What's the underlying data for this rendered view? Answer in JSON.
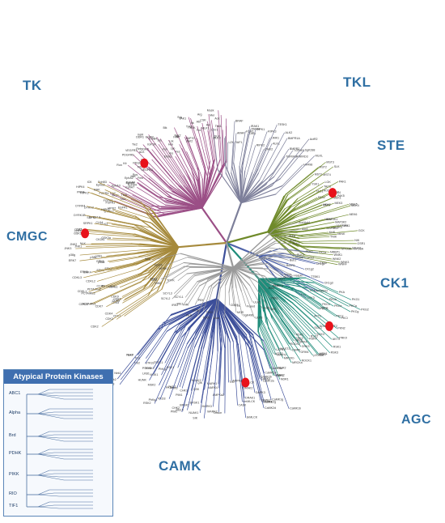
{
  "title": "",
  "groups": [
    {
      "key": "TK",
      "label": "TK",
      "color": "#9b4f86"
    },
    {
      "key": "TKL",
      "label": "TKL",
      "color": "#7d7f9a"
    },
    {
      "key": "STE",
      "label": "STE",
      "color": "#6f8a2a"
    },
    {
      "key": "CK1",
      "label": "CK1",
      "color": "#4f63a8"
    },
    {
      "key": "AGC",
      "label": "AGC",
      "color": "#1f8c7a"
    },
    {
      "key": "CAMK",
      "label": "CAMK",
      "color": "#3d4f9a"
    },
    {
      "key": "CMGC",
      "label": "CMGC",
      "color": "#a68a3c"
    }
  ],
  "label_color": "#2f6fa3",
  "highlight_color": "#e8121b",
  "atypical": {
    "title": "Atypical Protein Kinases",
    "families": [
      "ABC1",
      "Alpha",
      "Brd",
      "PDHK",
      "PIKK",
      "RIO",
      "TIF1"
    ]
  },
  "leaf_labels": {
    "TK": [
      "FGFR1",
      "FGFR3",
      "FGFR2",
      "FGFR4",
      "TrkC",
      "TrkA",
      "TrkB",
      "EphB2",
      "EphB3",
      "EphA3",
      "EphA7",
      "EphA4",
      "EphB4",
      "EphA2",
      "EphA5",
      "Met",
      "Ron",
      "Ros",
      "Fms",
      "Kit",
      "PDGFRa",
      "PDGFRb",
      "Flt1",
      "VEGFR2",
      "VEGFR3",
      "Tie2",
      "ALK",
      "LTK",
      "Ret",
      "DDR1",
      "DDR2",
      "InsR",
      "IGF1R",
      "EGFR",
      "ErbB2",
      "ErbB4",
      "Fyn",
      "Yes",
      "Src",
      "Lyn",
      "Hck",
      "Lck",
      "Blk",
      "Fes",
      "Fer",
      "FAK",
      "Pyk2",
      "Syk",
      "ZAP70",
      "JAK1",
      "JAK2",
      "Tyk2",
      "BTK",
      "Tec",
      "Itk",
      "Abl",
      "Arg",
      "CSK",
      "Axl",
      "Mer",
      "Musk",
      "Lmr1",
      "Tnk1",
      "Ack"
    ],
    "TKL": [
      "MLK1",
      "MLK3",
      "DLK",
      "LZK",
      "RAF1",
      "BRAF",
      "ARAF",
      "KSR1",
      "TAK1",
      "IRAK1",
      "IRAK4",
      "RIPK1",
      "RIPK2",
      "RIPK3",
      "LIMK1",
      "LIMK2",
      "TESK1",
      "ALK1",
      "ALK2",
      "BMPR1A",
      "BMPR2",
      "TGFbR1",
      "TGFbR2",
      "ActR2",
      "ANKRD3",
      "SgK288",
      "HH498",
      "MLKL"
    ],
    "STE": [
      "MST1",
      "MST2",
      "MST3",
      "MST4",
      "YSK1",
      "SLK",
      "LOK",
      "TAO1",
      "TAO2",
      "TAO3",
      "PAK1",
      "PAK2",
      "PAK3",
      "PAK4",
      "PAK5",
      "PAK6",
      "MEK1",
      "MEK2",
      "MEK3",
      "MEK4",
      "MEK5",
      "MEK6",
      "MEK7",
      "MAP3K1",
      "MAP3K2",
      "MAP3K3",
      "MAP3K4",
      "MAP3K5",
      "HPK1",
      "GCK",
      "KHS",
      "MINK",
      "TNIK",
      "NIK",
      "OSR1",
      "STLK3",
      "MYO3A",
      "MYO3B",
      "NRBP1",
      "WNK1",
      "WNK2",
      "WNK3",
      "WNK4"
    ],
    "CK1": [
      "CK1a",
      "CK1d",
      "CK1e",
      "CK1g1",
      "CK1g2",
      "CK1g3",
      "TTBK1",
      "TTBK2",
      "VRK1",
      "VRK2",
      "VRK3",
      "TTK"
    ],
    "AGC": [
      "PKA",
      "PKG1",
      "PKG2",
      "PKCa",
      "PKCb",
      "PKCg",
      "PKCd",
      "PKCe",
      "PKCh",
      "PKCi",
      "PKCz",
      "PKN1",
      "PKN2",
      "PRKX",
      "AKT1",
      "AKT2",
      "AKT3",
      "SGK1",
      "SGK2",
      "SGK3",
      "RSK1",
      "RSK2",
      "RSK3",
      "RSK4",
      "MSK1",
      "MSK2",
      "p70S6K",
      "PDK1",
      "GRK2",
      "GRK3",
      "GRK4",
      "GRK5",
      "GRK6",
      "ROCK1",
      "ROCK2",
      "DMPK",
      "MRCKa",
      "MRCKb",
      "MAST1",
      "MAST2",
      "LATS1",
      "LATS2",
      "NDR1",
      "NDR2",
      "YANK1",
      "YANK2"
    ],
    "CAMK": [
      "CaMK1a",
      "CaMK1b",
      "CaMK1d",
      "CaMK1g",
      "CaMK2a",
      "CaMK2b",
      "CaMK2d",
      "CaMK2g",
      "CaMK4",
      "DAPK1",
      "DAPK2",
      "DAPK3",
      "DRAK1",
      "DRAK2",
      "MLCK",
      "smMLCK",
      "skMLCK",
      "CASK",
      "Trio",
      "Obscn",
      "AMPKa1",
      "AMPKa2",
      "MARK1",
      "MARK2",
      "MARK3",
      "MARK4",
      "SIK",
      "QIK",
      "QSK",
      "NUAK1",
      "NUAK2",
      "BRSK1",
      "BRSK2",
      "MELK",
      "CHK1",
      "CHK2",
      "PIM1",
      "PIM2",
      "PIM3",
      "PKD1",
      "PKD2",
      "PKD3",
      "PhKg1",
      "PhKg2",
      "RSK1",
      "RSK2",
      "MSK1",
      "MSK2",
      "TSSK1",
      "TSSK2",
      "HUNK",
      "LKB1",
      "STK33",
      "PSKH1",
      "Trb1",
      "Trb2",
      "Trb3",
      "Nek1",
      "Nek2",
      "Nek6",
      "Nek7",
      "Nek9"
    ],
    "CMGC": [
      "CDK1",
      "CDK2",
      "CDK3",
      "CDK4",
      "CDK5",
      "CDK6",
      "CDK7",
      "CDK8",
      "CDK9",
      "CDK10",
      "CDK11",
      "PCTAIRE1",
      "PCTAIRE2",
      "PFTAIRE1",
      "PFTAIRE2",
      "CCRK",
      "CDKL1",
      "CDKL2",
      "CDKL3",
      "ERK1",
      "ERK2",
      "ERK3",
      "ERK4",
      "ERK5",
      "ERK7",
      "p38a",
      "p38b",
      "p38g",
      "p38d",
      "JNK1",
      "JNK2",
      "JNK3",
      "NLK",
      "GSK3a",
      "GSK3b",
      "CK2a1",
      "CK2a2",
      "CLK1",
      "CLK2",
      "CLK3",
      "CLK4",
      "SRPK1",
      "SRPK2",
      "DYRK1A",
      "DYRK1B",
      "DYRK2",
      "DYRK3",
      "DYRK4",
      "HIPK1",
      "HIPK2",
      "HIPK3",
      "HIPK4",
      "PRP4",
      "MOK",
      "ICK",
      "MAK"
    ],
    "OTHER": [
      "Aur/Ayk1",
      "AurA",
      "AurB",
      "AurC",
      "PLK1",
      "PLK2",
      "PLK3",
      "PLK4",
      "Bub1",
      "BubR1",
      "Haspin",
      "Wee1",
      "Wee1B",
      "Myt1",
      "IKKa",
      "IKKb",
      "IKKe",
      "TBK1",
      "NEK",
      "ULK1",
      "ULK2",
      "ULK3",
      "Fused",
      "SgK496",
      "MOS",
      "TTK",
      "CDC7",
      "Slob",
      "TLK1",
      "TLK2",
      "PEK",
      "GCN2",
      "PKR",
      "HRI",
      "IRE1",
      "IRE2",
      "SCYL1",
      "SCYL2",
      "SCYL3",
      "TOPK",
      "BIKE",
      "GAK",
      "AAK1",
      "MPSK1",
      "Vps15",
      "Wnk"
    ]
  },
  "highlighted_kinases": [
    "PDGFRa",
    "GSK3b",
    "PAK4",
    "AKT2",
    "MLCK"
  ]
}
